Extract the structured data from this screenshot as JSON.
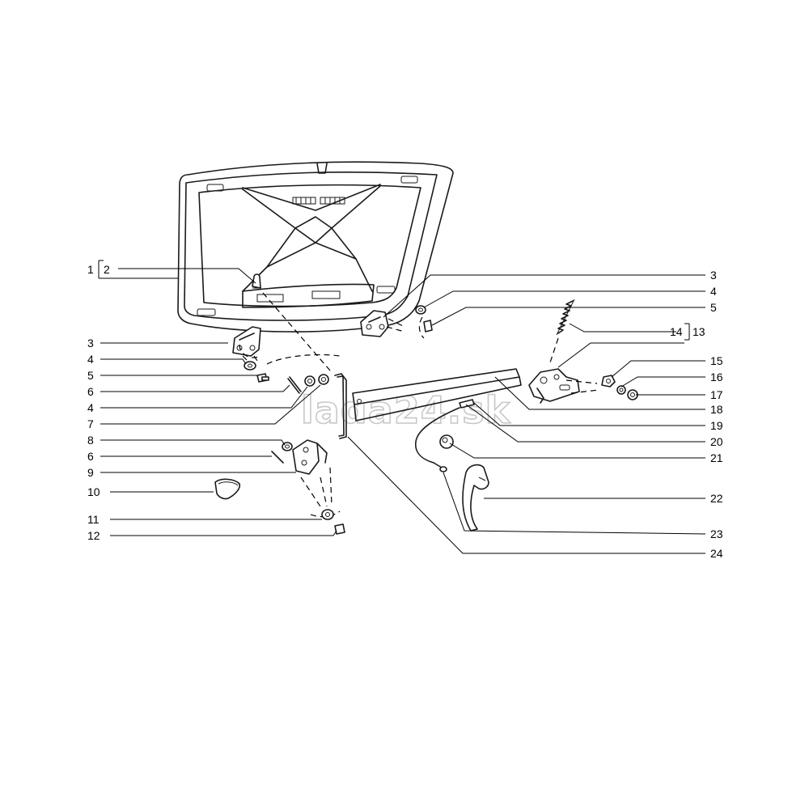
{
  "watermark": "lada24.sk",
  "callouts": {
    "c1": "1",
    "c2": "2",
    "c3l": "3",
    "c4l": "4",
    "c5l": "5",
    "c6l": "6",
    "c4l2": "4",
    "c7": "7",
    "c8": "8",
    "c6l2": "6",
    "c9": "9",
    "c10": "10",
    "c11": "11",
    "c12": "12",
    "c3r": "3",
    "c4r": "4",
    "c5r": "5",
    "c14": "14",
    "c13": "13",
    "c15": "15",
    "c16": "16",
    "c17": "17",
    "c18": "18",
    "c19": "19",
    "c20": "20",
    "c21": "21",
    "c22": "22",
    "c23": "23",
    "c24": "24"
  },
  "icons": {
    "hood": "hood-panel-icon",
    "hinge": "hinge-icon",
    "washer": "washer-icon",
    "bolt": "bolt-icon",
    "spring": "spring-icon",
    "lock": "hood-lock-icon",
    "rod": "support-rod-icon",
    "cable": "release-cable-icon",
    "handle": "release-handle-icon"
  }
}
